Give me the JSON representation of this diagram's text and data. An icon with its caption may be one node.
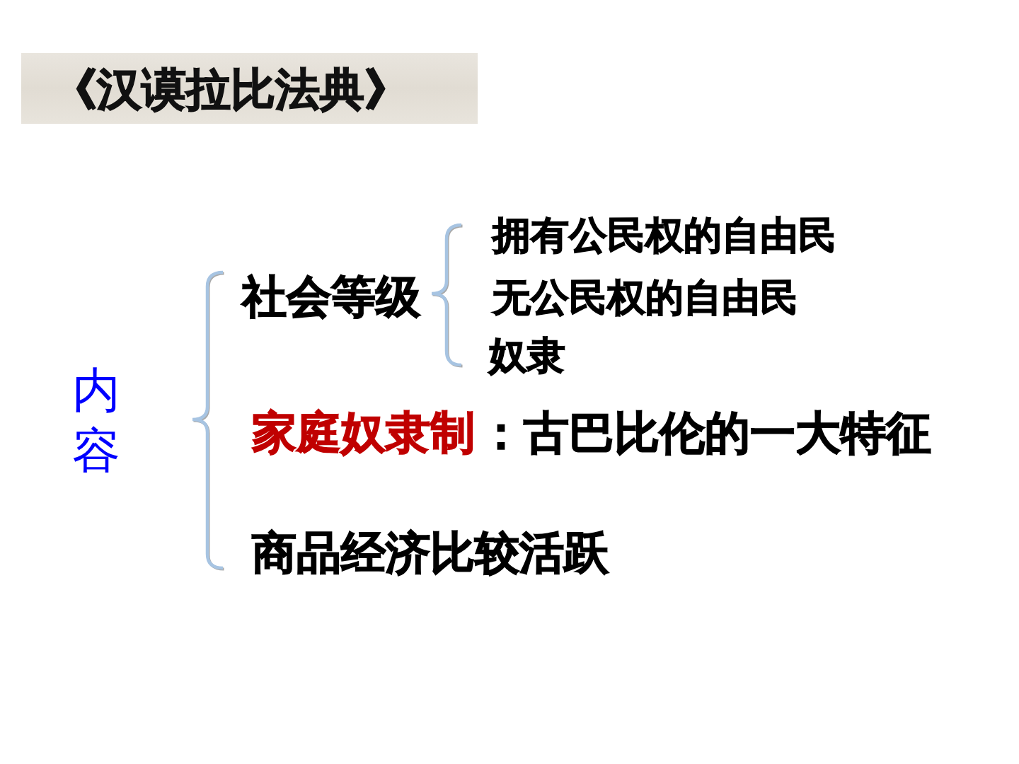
{
  "diagram": {
    "title": "《汉谟拉比法典》",
    "labels": [
      "内容",
      "社会等级",
      "拥有公民权的自由民",
      "无公民权的自由民",
      "奴隶",
      "家庭奴隶制",
      "：古巴比伦的一大特征",
      "商品经济比较活跃"
    ]
  }
}
